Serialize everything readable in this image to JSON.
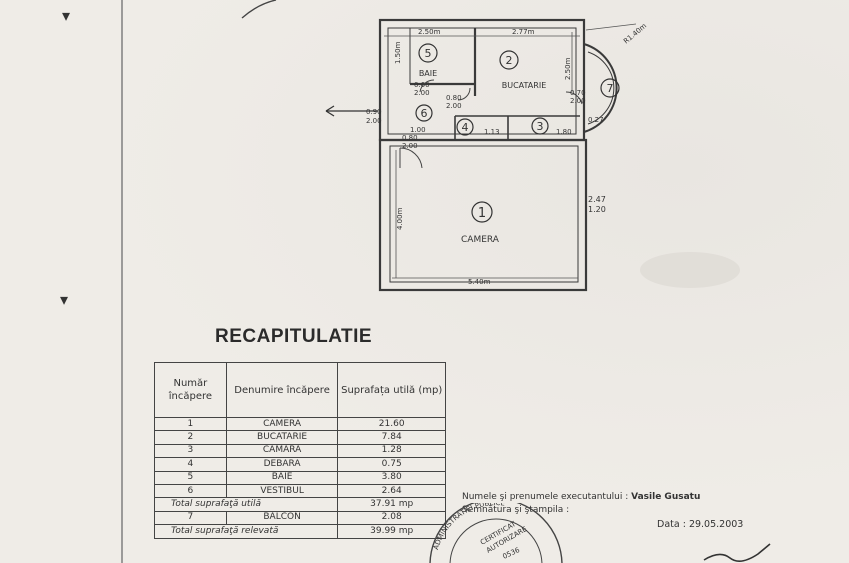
{
  "plan": {
    "rooms": [
      {
        "num": "1",
        "name": "CAMERA"
      },
      {
        "num": "2",
        "name": "BUCATARIE"
      },
      {
        "num": "3",
        "name": ""
      },
      {
        "num": "4",
        "name": ""
      },
      {
        "num": "5",
        "name": "BAIE"
      },
      {
        "num": "6",
        "name": ""
      },
      {
        "num": "7",
        "name": ""
      }
    ],
    "dims": {
      "bath_width": "2.50m",
      "kitchen_width": "2.77m",
      "camera_width": "5.40m",
      "camera_depth": "4.00m",
      "bath_depth": "1.50m",
      "kitchen_depth": "2.50m",
      "balcony_radius": "R1.40m",
      "right_window": "2.47",
      "right_window_h": "1.20",
      "room4_w": "1.13",
      "room3_w": "1.80",
      "corr_w": "1.00",
      "bath_door_w": "0.60",
      "bath_door_h": "2.00",
      "kitchen_door_w": "0.80",
      "kitchen_door_h": "2.00",
      "balc_door_w": "0.70",
      "balc_door_h": "2.00",
      "entry_door_w": "0.90",
      "entry_door_h": "2.00",
      "camera_door_w": "0.80",
      "camera_door_h": "2.00",
      "r3_dim": "0.27"
    }
  },
  "recap": {
    "title": "RECAPITULATIE",
    "headers": [
      "Număr încăpere",
      "Denumire încăpere",
      "Suprafața utilă (mp)"
    ],
    "rows": [
      {
        "num": "1",
        "name": "CAMERA",
        "area": "21.60"
      },
      {
        "num": "2",
        "name": "BUCATARIE",
        "area": "7.84"
      },
      {
        "num": "3",
        "name": "CAMARA",
        "area": "1.28"
      },
      {
        "num": "4",
        "name": "DEBARA",
        "area": "0.75"
      },
      {
        "num": "5",
        "name": "BAIE",
        "area": "3.80"
      },
      {
        "num": "6",
        "name": "VESTIBUL",
        "area": "2.64"
      }
    ],
    "total_useful_label": "Total suprafaţă utilă",
    "total_useful_value": "37.91 mp",
    "balcony": {
      "num": "7",
      "name": "BALCON",
      "area": "2.08"
    },
    "total_surveyed_label": "Total suprafaţă relevată",
    "total_surveyed_value": "39.99 mp"
  },
  "executant": {
    "name_label": "Numele şi prenumele executantului :",
    "name_value": "Vasile Gusatu",
    "sign_label": "Semnătura şi ştampila :",
    "date_label": "Data :",
    "date_value": "29.05.2003"
  },
  "stamp": {
    "ring_text": "ADMINISTRATIEI PUBLICE",
    "mid1": "CERTIFICAT",
    "mid2": "AUTORIZARE",
    "mid3": "0536"
  }
}
